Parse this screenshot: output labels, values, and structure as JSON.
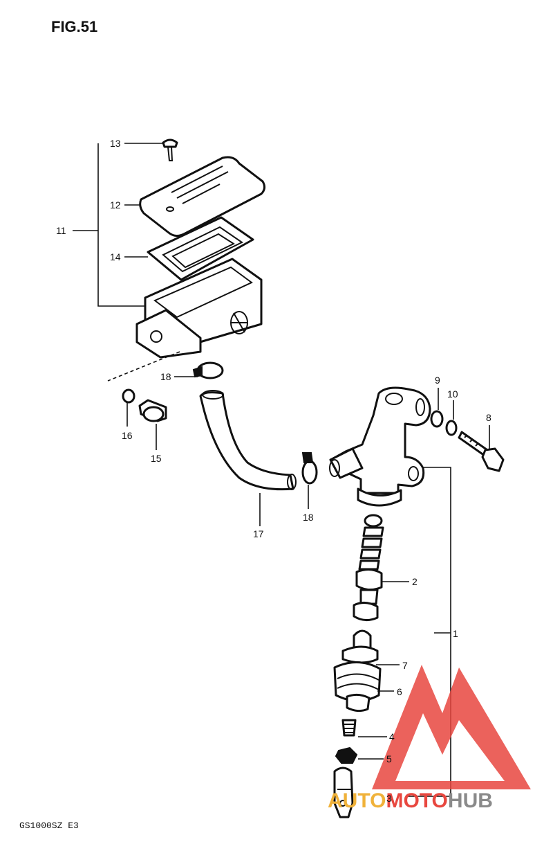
{
  "figure": {
    "title": "FIG.51",
    "code": "GS1000SZ E3"
  },
  "callouts": [
    {
      "id": "c13",
      "label": "13"
    },
    {
      "id": "c12",
      "label": "12"
    },
    {
      "id": "c11",
      "label": "11"
    },
    {
      "id": "c14",
      "label": "14"
    },
    {
      "id": "c18a",
      "label": "18"
    },
    {
      "id": "c16",
      "label": "16"
    },
    {
      "id": "c15",
      "label": "15"
    },
    {
      "id": "c17",
      "label": "17"
    },
    {
      "id": "c18b",
      "label": "18"
    },
    {
      "id": "c9",
      "label": "9"
    },
    {
      "id": "c10",
      "label": "10"
    },
    {
      "id": "c8",
      "label": "8"
    },
    {
      "id": "c2",
      "label": "2"
    },
    {
      "id": "c1",
      "label": "1"
    },
    {
      "id": "c7",
      "label": "7"
    },
    {
      "id": "c6",
      "label": "6"
    },
    {
      "id": "c4",
      "label": "4"
    },
    {
      "id": "c5",
      "label": "5"
    },
    {
      "id": "c3",
      "label": "3"
    }
  ],
  "watermark": {
    "part1": "AUTO",
    "part2": "MOTO",
    "part3": "HUB",
    "color_red": "#e8473f",
    "color_orange": "#f0b23a",
    "color_grey": "#8a8a8a"
  }
}
